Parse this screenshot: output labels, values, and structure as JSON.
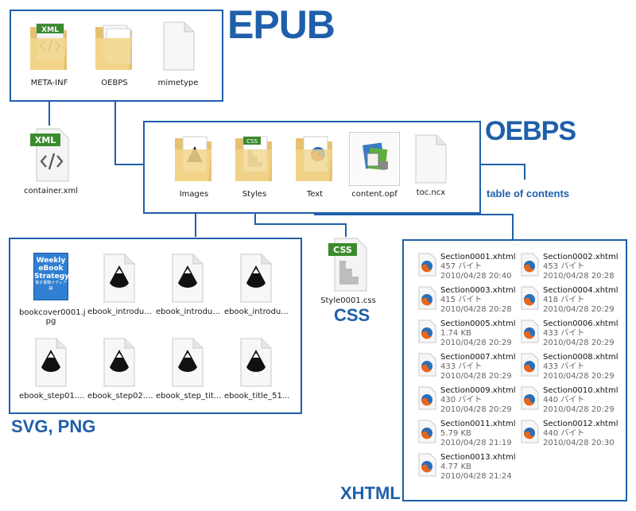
{
  "colors": {
    "accent": "#1f5faa",
    "folder": "#f1d28a",
    "folder_dark": "#e0b55a"
  },
  "labels": {
    "epub": "EPUB",
    "oebps": "OEBPS",
    "table_of_contents": "table of contents",
    "css": "CSS",
    "svg_png": "SVG, PNG",
    "xhtml": "XHTML"
  },
  "epub_box": {
    "items": [
      {
        "name": "META-INF",
        "icon": "folder-xml-icon"
      },
      {
        "name": "OEBPS",
        "icon": "folder-icon"
      },
      {
        "name": "mimetype",
        "icon": "blank-file-icon"
      }
    ]
  },
  "container_file": {
    "name": "container.xml",
    "badge": "XML",
    "icon": "xml-file-icon"
  },
  "oebps_box": {
    "items": [
      {
        "name": "Images",
        "icon": "folder-images-icon"
      },
      {
        "name": "Styles",
        "icon": "folder-css-icon"
      },
      {
        "name": "Text",
        "icon": "folder-firefox-icon"
      },
      {
        "name": "content.opf",
        "icon": "opf-file-icon"
      },
      {
        "name": "toc.ncx",
        "icon": "blank-file-icon"
      }
    ]
  },
  "css_file": {
    "name": "Style0001.css",
    "badge": "CSS",
    "icon": "css-file-icon"
  },
  "images_box": {
    "cover": {
      "name": "bookcover0001.jpg",
      "caption_lines": [
        "bookcover0001.j",
        "pg"
      ],
      "title_lines": [
        "Weekly",
        "eBook",
        "Strategy"
      ],
      "subtitle": "電子書籍メディア論"
    },
    "items": [
      {
        "name": "ebook_introdu..."
      },
      {
        "name": "ebook_introdu..."
      },
      {
        "name": "ebook_introdu..."
      },
      {
        "name": "ebook_step01...."
      },
      {
        "name": "ebook_step02...."
      },
      {
        "name": "ebook_step_tit..."
      },
      {
        "name": "ebook_title_51..."
      }
    ]
  },
  "xhtml_box": {
    "files": [
      {
        "name": "Section0001.xhtml",
        "size": "457 バイト",
        "date": "2010/04/28 20:40"
      },
      {
        "name": "Section0002.xhtml",
        "size": "453 バイト",
        "date": "2010/04/28 20:28"
      },
      {
        "name": "Section0003.xhtml",
        "size": "415 バイト",
        "date": "2010/04/28 20:28"
      },
      {
        "name": "Section0004.xhtml",
        "size": "418 バイト",
        "date": "2010/04/28 20:29"
      },
      {
        "name": "Section0005.xhtml",
        "size": "1.74 KB",
        "date": "2010/04/28 20:29"
      },
      {
        "name": "Section0006.xhtml",
        "size": "433 バイト",
        "date": "2010/04/28 20:29"
      },
      {
        "name": "Section0007.xhtml",
        "size": "433 バイト",
        "date": "2010/04/28 20:29"
      },
      {
        "name": "Section0008.xhtml",
        "size": "433 バイト",
        "date": "2010/04/28 20:29"
      },
      {
        "name": "Section0009.xhtml",
        "size": "430 バイト",
        "date": "2010/04/28 20:29"
      },
      {
        "name": "Section0010.xhtml",
        "size": "440 バイト",
        "date": "2010/04/28 20:29"
      },
      {
        "name": "Section0011.xhtml",
        "size": "5.79 KB",
        "date": "2010/04/28 21:19"
      },
      {
        "name": "Section0012.xhtml",
        "size": "440 バイト",
        "date": "2010/04/28 20:30"
      },
      {
        "name": "Section0013.xhtml",
        "size": "4.77 KB",
        "date": "2010/04/28 21:24"
      }
    ]
  }
}
